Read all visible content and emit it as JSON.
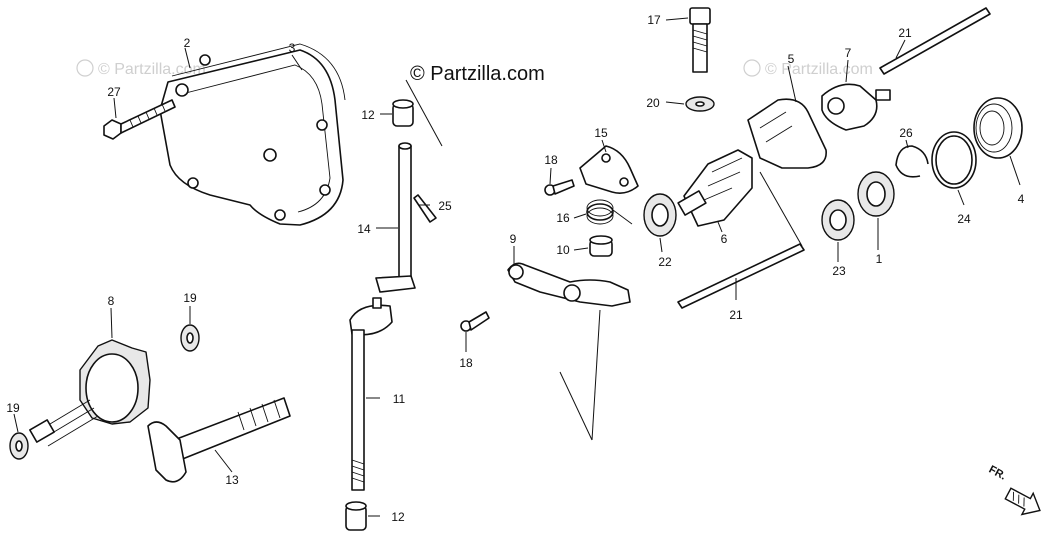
{
  "credit": "© Partzilla.com",
  "watermark": "© Partzilla.com",
  "direction_label": "FR.",
  "callouts": [
    {
      "id": "c1",
      "label": "1"
    },
    {
      "id": "c2",
      "label": "2"
    },
    {
      "id": "c3",
      "label": "3"
    },
    {
      "id": "c4",
      "label": "4"
    },
    {
      "id": "c5",
      "label": "5"
    },
    {
      "id": "c6",
      "label": "6"
    },
    {
      "id": "c7",
      "label": "7"
    },
    {
      "id": "c8",
      "label": "8"
    },
    {
      "id": "c9",
      "label": "9"
    },
    {
      "id": "c10",
      "label": "10"
    },
    {
      "id": "c11",
      "label": "11"
    },
    {
      "id": "c12a",
      "label": "12"
    },
    {
      "id": "c12b",
      "label": "12"
    },
    {
      "id": "c13",
      "label": "13"
    },
    {
      "id": "c14",
      "label": "14"
    },
    {
      "id": "c15",
      "label": "15"
    },
    {
      "id": "c16",
      "label": "16"
    },
    {
      "id": "c17",
      "label": "17"
    },
    {
      "id": "c18a",
      "label": "18"
    },
    {
      "id": "c18b",
      "label": "18"
    },
    {
      "id": "c19a",
      "label": "19"
    },
    {
      "id": "c19b",
      "label": "19"
    },
    {
      "id": "c20",
      "label": "20"
    },
    {
      "id": "c21a",
      "label": "21"
    },
    {
      "id": "c21b",
      "label": "21"
    },
    {
      "id": "c22",
      "label": "22"
    },
    {
      "id": "c23",
      "label": "23"
    },
    {
      "id": "c24",
      "label": "24"
    },
    {
      "id": "c25",
      "label": "25"
    },
    {
      "id": "c26",
      "label": "26"
    },
    {
      "id": "c27",
      "label": "27"
    }
  ]
}
